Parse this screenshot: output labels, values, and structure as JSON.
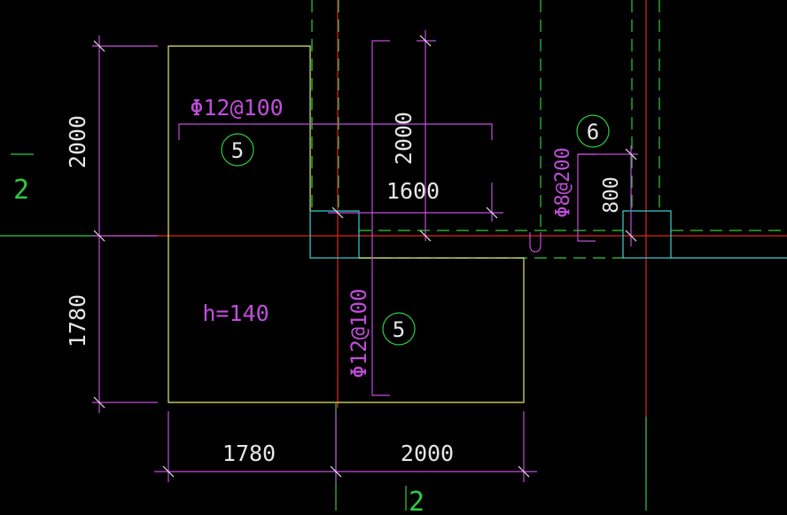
{
  "colors": {
    "background": "#000000",
    "magenta": "#c24ddb",
    "white": "#e6e6e6",
    "yellow": "#e8e86a",
    "green": "#2ecc40",
    "red": "#e0241f",
    "cyan": "#35d6d6"
  },
  "labels": {
    "dim_left_top": "2000",
    "dim_left_bottom": "1780",
    "dim_bottom_left": "1780",
    "dim_bottom_right": "2000",
    "dim_vertical_mid": "2000",
    "dim_horizontal_mid": "1600",
    "dim_small_vertical": "800",
    "rebar_top": "Φ12@100",
    "rebar_vertical": "Φ12@100",
    "rebar_small": "Φ8@200",
    "thickness": "h=140",
    "bubble_5_top": "5",
    "bubble_5_bottom": "5",
    "bubble_6": "6",
    "axis_2_left": "2",
    "axis_2_bottom": "2"
  }
}
